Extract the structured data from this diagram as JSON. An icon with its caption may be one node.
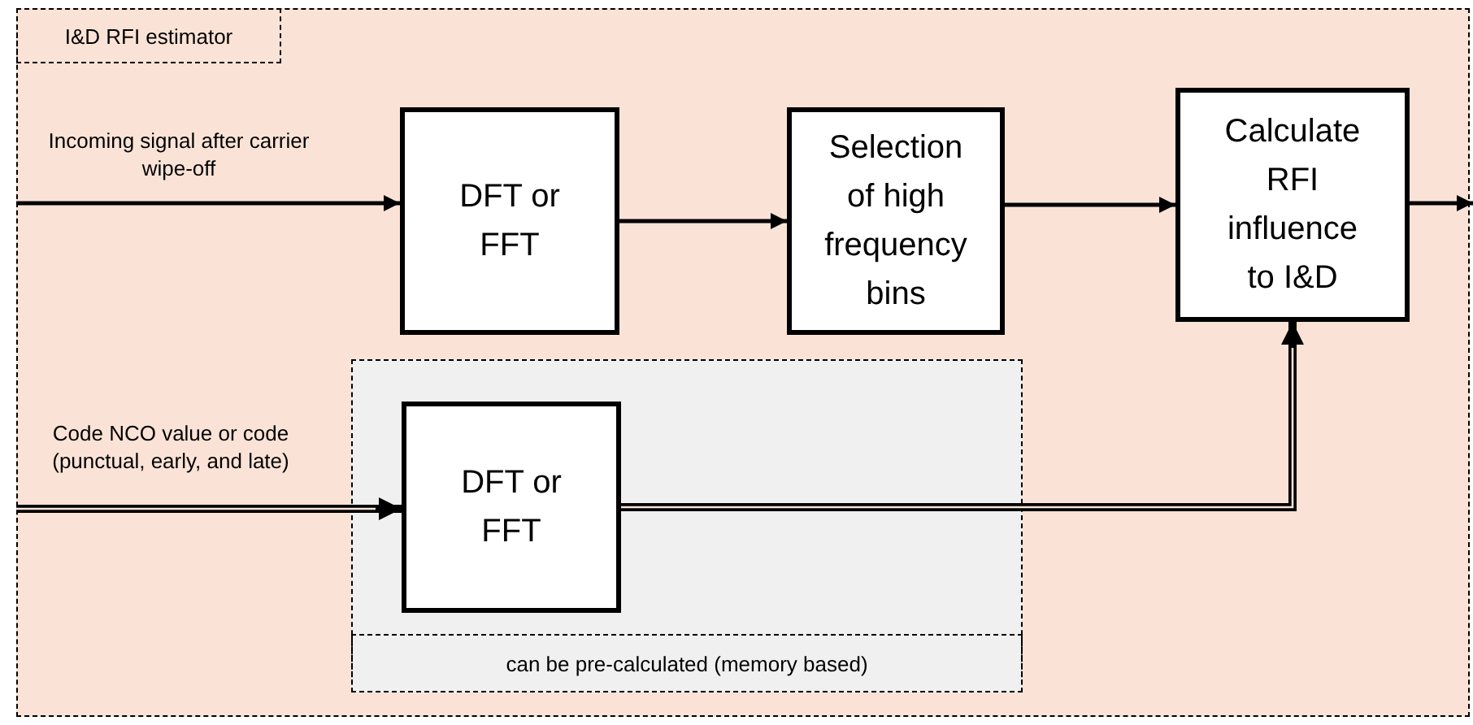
{
  "diagram": {
    "nodes": [
      {
        "text": [
          "I&D RFI estimator"
        ]
      },
      {
        "text": [
          "DFT or FFT"
        ],
        "in": 0
      },
      {
        "text": [
          "Selection of high frequency bins"
        ],
        "in": 0
      },
      {
        "text": [
          "Calculate RFI influence to I&D"
        ],
        "in": 0
      },
      {
        "text": [
          "can be pre-calculated (memory based)"
        ],
        "in": 0
      },
      {
        "text": [
          "DFT or FFT"
        ],
        "in": 4
      }
    ],
    "edges": [
      {
        "from": null,
        "to": 1,
        "arrow": "to",
        "label": "Incoming signal after carrier wipe-off"
      },
      {
        "from": 1,
        "to": 2,
        "arrow": "to"
      },
      {
        "from": 2,
        "to": 3,
        "arrow": "to"
      },
      {
        "from": 3,
        "to": null,
        "arrow": "to"
      },
      {
        "from": null,
        "to": 5,
        "arrow": "to",
        "label": "Code NCO value or code (punctual, early, and late)",
        "style": "thick"
      },
      {
        "from": 5,
        "to": 3,
        "arrow": "to",
        "style": "thick"
      }
    ]
  }
}
